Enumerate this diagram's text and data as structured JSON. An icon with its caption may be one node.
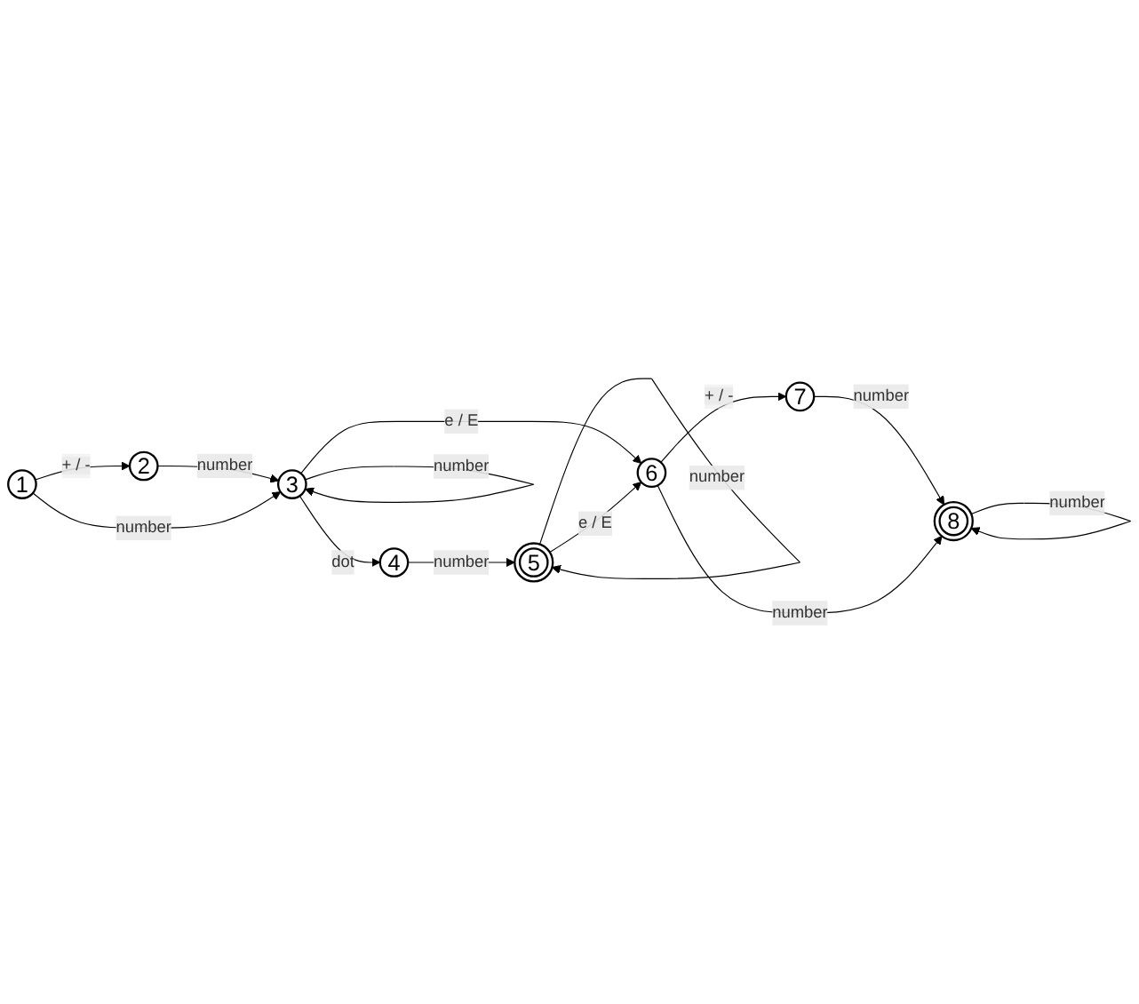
{
  "diagram": {
    "nodes": [
      {
        "text": [
          "1"
        ]
      },
      {
        "text": [
          "2"
        ]
      },
      {
        "text": [
          "3"
        ]
      },
      {
        "text": [
          "4"
        ]
      },
      {
        "text": [
          "5"
        ]
      },
      {
        "text": [
          "6"
        ]
      },
      {
        "text": [
          "7"
        ]
      },
      {
        "text": [
          "8"
        ]
      }
    ],
    "edges": [
      {
        "from": 0,
        "to": 1,
        "arrow": "to",
        "label": "+ / -"
      },
      {
        "from": 1,
        "to": 2,
        "arrow": "to",
        "label": "number"
      },
      {
        "from": 0,
        "to": 2,
        "arrow": "to",
        "label": "number"
      },
      {
        "from": 2,
        "to": 2,
        "arrow": "to",
        "label": "number"
      },
      {
        "from": 2,
        "to": 3,
        "arrow": "to",
        "label": "dot"
      },
      {
        "from": 2,
        "to": 5,
        "arrow": "to",
        "label": "e / E"
      },
      {
        "from": 3,
        "to": 4,
        "arrow": "to",
        "label": "number"
      },
      {
        "from": 4,
        "to": 4,
        "arrow": "to",
        "label": "number"
      },
      {
        "from": 4,
        "to": 5,
        "arrow": "to",
        "label": "e / E"
      },
      {
        "from": 5,
        "to": 6,
        "arrow": "to",
        "label": "+ / -"
      },
      {
        "from": 6,
        "to": 7,
        "arrow": "to",
        "label": "number"
      },
      {
        "from": 5,
        "to": 7,
        "arrow": "to",
        "label": "number"
      },
      {
        "from": 7,
        "to": 7,
        "arrow": "to",
        "label": "number"
      }
    ]
  }
}
